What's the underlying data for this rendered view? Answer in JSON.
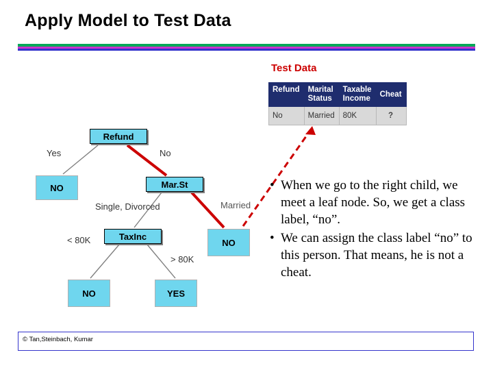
{
  "slide": {
    "title": "Apply Model to Test Data",
    "footer": "© Tan,Steinbach, Kumar",
    "accent_green": "#00a859",
    "accent_magenta": "#cc33cc",
    "accent_blue": "#3333cc"
  },
  "test_data": {
    "label": "Test Data",
    "headers": [
      "Refund",
      "Marital Status",
      "Taxable Income",
      "Cheat"
    ],
    "header_lines": [
      [
        "Refund"
      ],
      [
        "Marital",
        "Status"
      ],
      [
        "Taxable",
        "Income"
      ],
      [
        "Cheat"
      ]
    ],
    "row": [
      "No",
      "Married",
      "80K",
      "?"
    ],
    "header_bg": "#1f2d6e",
    "row_bg": "#d9d9d9"
  },
  "tree": {
    "nodes": {
      "refund": "Refund",
      "marst": "Mar.St",
      "taxinc": "TaxInc"
    },
    "leaves": {
      "no_left": "NO",
      "no_lt80": "NO",
      "yes_gt80": "YES",
      "no_married": "NO"
    },
    "edges": {
      "yes": "Yes",
      "no": "No",
      "single_divorced": "Single, Divorced",
      "married": "Married",
      "lt_80k": "< 80K",
      "gt_80k": "> 80K"
    },
    "node_color": "#6fd6ee",
    "path_color": "#cc0000"
  },
  "bullets": [
    "When we go to the right child, we meet a leaf node. So, we get a class label, “no”.",
    "We can assign the class label “no” to this person. That means, he is not a cheat."
  ]
}
